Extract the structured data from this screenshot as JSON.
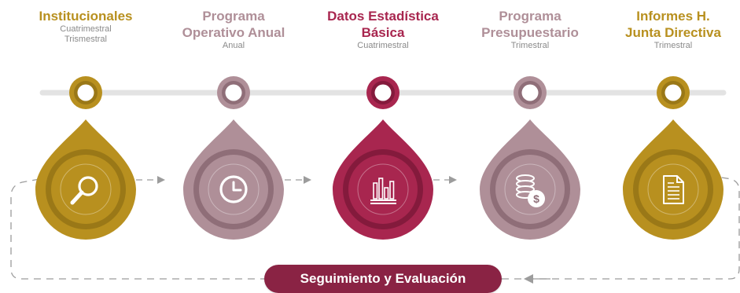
{
  "colors": {
    "gold": "#B8901F",
    "gold_dark": "#9A7817",
    "mauve": "#AF8F98",
    "mauve_dark": "#8F6E78",
    "crimson": "#A8264F",
    "crimson_dark": "#841A3C",
    "line_gray": "#E3E3E3",
    "dash_gray": "#9C9C9C",
    "pill": "#8A2344"
  },
  "stages": [
    {
      "title": "Institucionales",
      "frequency": "Cuatrimestral\nTrismestral",
      "color": "gold",
      "icon": "magnifier-icon"
    },
    {
      "title": "Programa\nOperativo Anual",
      "frequency": "Anual",
      "color": "mauve",
      "icon": "clock-icon"
    },
    {
      "title": "Datos Estadística\nBásica",
      "frequency": "Cuatrimestral",
      "color": "crimson",
      "icon": "bar-chart-icon"
    },
    {
      "title": "Programa\nPresupuestario",
      "frequency": "Trimestral",
      "color": "mauve",
      "icon": "coins-dollar-icon"
    },
    {
      "title": "Informes H.\nJunta Directiva",
      "frequency": "Trimestral",
      "color": "gold",
      "icon": "document-icon"
    }
  ],
  "footer": {
    "label": "Seguimiento y Evaluación"
  }
}
